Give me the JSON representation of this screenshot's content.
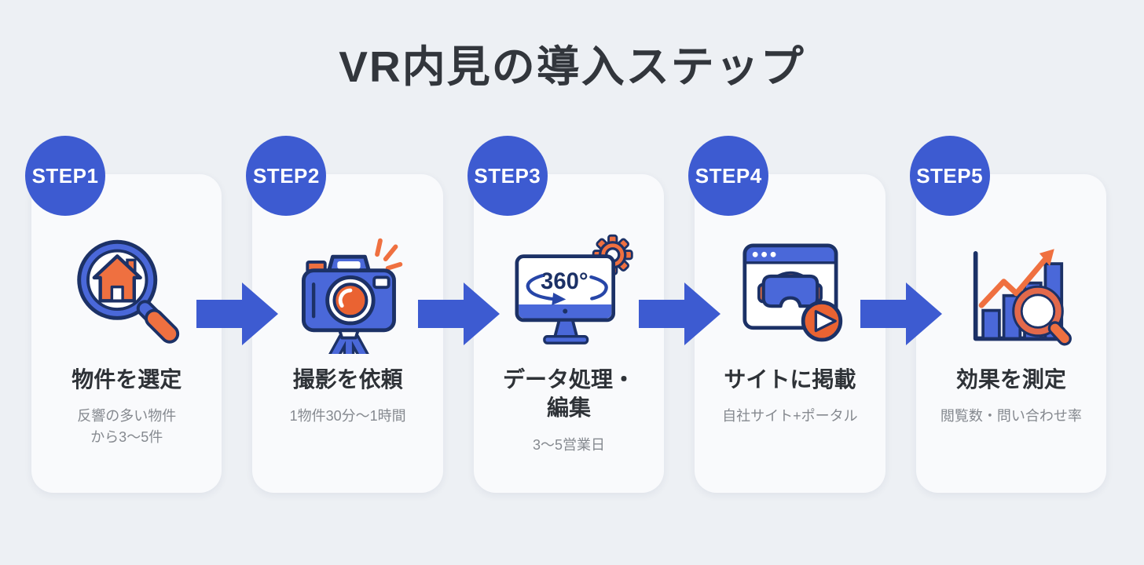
{
  "title": "VR内見の導入ステップ",
  "colors": {
    "background": "#edf0f4",
    "card": "#f9fafc",
    "accent_blue": "#3d5bd1",
    "icon_blue": "#4a68d9",
    "outline_navy": "#1c3166",
    "accent_orange": "#ef7040",
    "deep_orange": "#ea6332",
    "title_text": "#32363c",
    "subtitle_text": "#85898f"
  },
  "steps": [
    {
      "badge": "STEP1",
      "icon": "house-search-icon",
      "title_lines": [
        "物件を選定"
      ],
      "subtitle_lines": [
        "反響の多い物件",
        "から3〜5件"
      ]
    },
    {
      "badge": "STEP2",
      "icon": "camera-tripod-icon",
      "title_lines": [
        "撮影を依頼"
      ],
      "subtitle_lines": [
        "1物件30分〜1時間"
      ]
    },
    {
      "badge": "STEP3",
      "icon": "monitor-360-icon",
      "monitor_label": "360°",
      "title_lines": [
        "データ処理・",
        "編集"
      ],
      "subtitle_lines": [
        "3〜5営業日"
      ]
    },
    {
      "badge": "STEP4",
      "icon": "browser-vr-icon",
      "title_lines": [
        "サイトに掲載"
      ],
      "subtitle_lines": [
        "自社サイト+ポータル"
      ]
    },
    {
      "badge": "STEP5",
      "icon": "chart-growth-icon",
      "title_lines": [
        "効果を測定"
      ],
      "subtitle_lines": [
        "閲覧数・問い合わせ率"
      ]
    }
  ]
}
